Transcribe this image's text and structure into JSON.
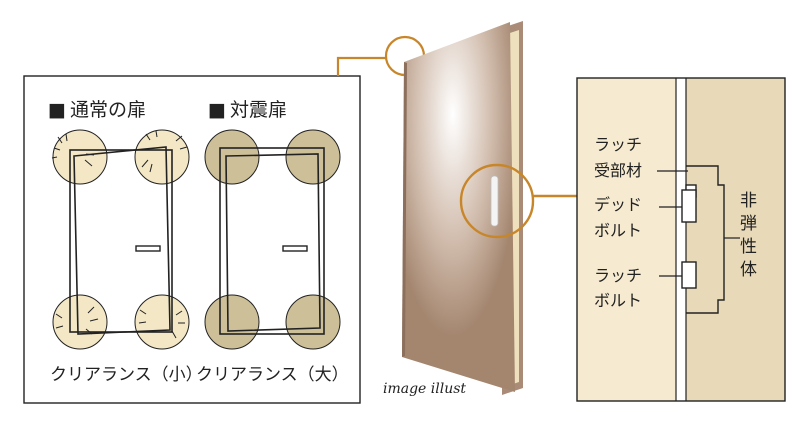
{
  "left_panel": {
    "normal_door": {
      "marker": "■",
      "title": "通常の扉",
      "clearance": "クリアランス（小）"
    },
    "seismic_door": {
      "marker": "■",
      "title": "対震扉",
      "clearance": "クリアランス（大）"
    }
  },
  "center": {
    "caption": "image illust"
  },
  "right_panel": {
    "latch_receiver": [
      "ラッチ",
      "受部材"
    ],
    "dead_bolt": [
      "デッド",
      "ボルト"
    ],
    "latch_bolt": [
      "ラッチ",
      "ボルト"
    ],
    "inelastic_body": [
      "非",
      "弾",
      "性",
      "体"
    ]
  },
  "colors": {
    "callout": "#c8862a",
    "circle_cream": "#f3e7c6",
    "circle_olive": "#cdbf98",
    "door_brown": "#a98b77",
    "door_frame": "#efe0bd",
    "wall_light": "#f6ead0",
    "wall_beige": "#e8d9b8",
    "line": "#222222"
  }
}
